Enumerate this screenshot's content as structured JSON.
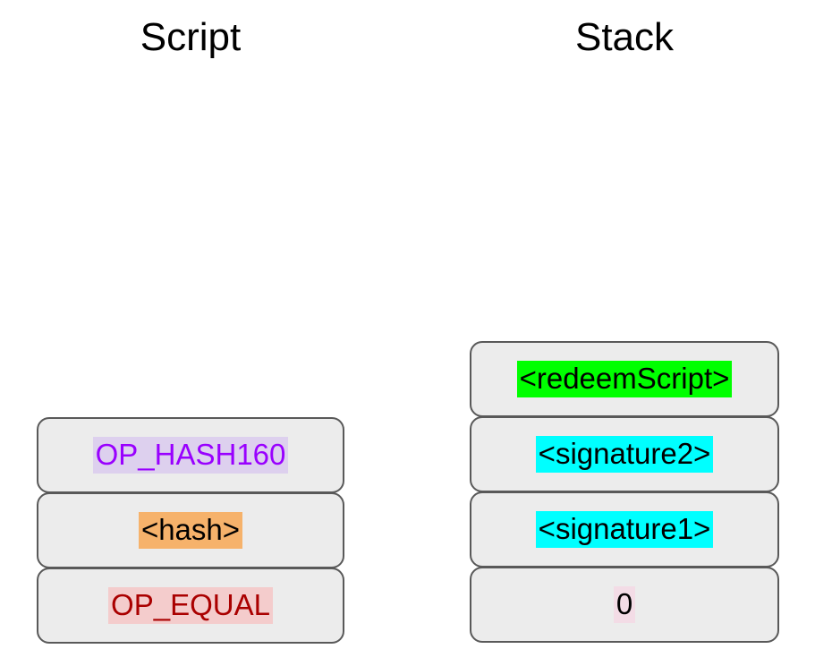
{
  "diagram": {
    "type": "script-stack-execution",
    "columns": [
      {
        "id": "script",
        "header": "Script",
        "items": [
          {
            "label": "OP_HASH160",
            "highlight": "lavender"
          },
          {
            "label": "<hash>",
            "highlight": "orange"
          },
          {
            "label": "OP_EQUAL",
            "highlight": "pink"
          }
        ]
      },
      {
        "id": "stack",
        "header": "Stack",
        "items": [
          {
            "label": "<redeemScript>",
            "highlight": "green"
          },
          {
            "label": "<signature2>",
            "highlight": "cyan"
          },
          {
            "label": "<signature1>",
            "highlight": "cyan"
          },
          {
            "label": "0",
            "highlight": "lightpink"
          }
        ]
      }
    ]
  },
  "colors": {
    "background": "#ffffff",
    "cell_fill": "#ececec",
    "cell_border": "#595959",
    "text_default": "#000000",
    "opcode_purple": "#9900ff",
    "opcode_purple_bg": "#ddd0ee",
    "opcode_red": "#aa0000",
    "opcode_red_bg": "#f4cccc",
    "hash_orange_bg": "#f6b26b",
    "redeem_green_bg": "#00ff00",
    "signature_cyan_bg": "#00ffff",
    "zero_pink_bg": "#f3dce6"
  }
}
